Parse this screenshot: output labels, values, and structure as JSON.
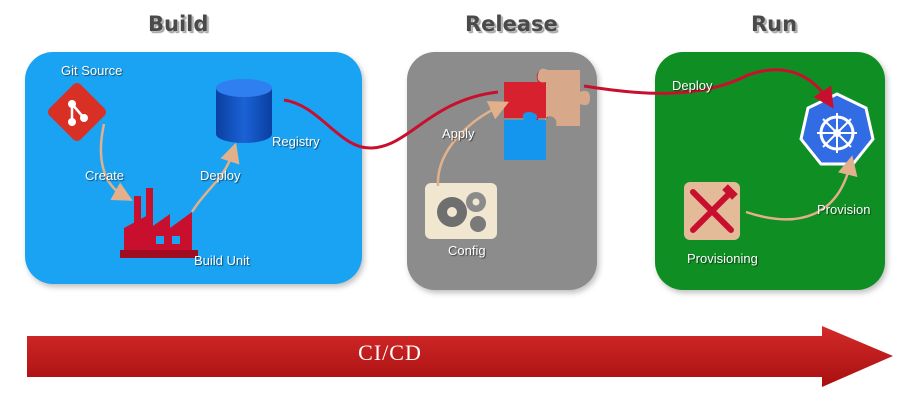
{
  "stages": {
    "build": "Build",
    "release": "Release",
    "run": "Run"
  },
  "build": {
    "git_source": "Git Source",
    "create": "Create",
    "deploy": "Deploy",
    "registry": "Registry",
    "build_unit": "Build Unit"
  },
  "release": {
    "apply": "Apply",
    "config": "Config"
  },
  "run": {
    "deploy": "Deploy",
    "provision": "Provision",
    "provisioning": "Provisioning"
  },
  "banner": "CI/CD",
  "colors": {
    "build_panel": "#1aa3f2",
    "release_panel": "#8c8c8c",
    "run_panel": "#0f8f23",
    "flow_red": "#c8102e",
    "banner_red": "#c41e1e"
  },
  "icons": {
    "git": "git-icon",
    "factory": "factory-icon",
    "registry": "database-icon",
    "puzzle": "puzzle-icon",
    "config": "gears-icon",
    "tools": "tools-icon",
    "kubernetes": "helm-wheel-icon"
  }
}
